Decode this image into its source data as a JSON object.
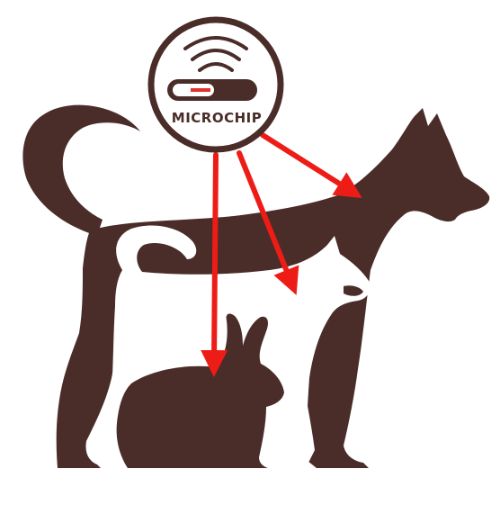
{
  "badge": {
    "label": "MICROCHIP"
  },
  "colors": {
    "silhouette": "#4a2c28",
    "arrow": "#ee1c17",
    "chip_accent": "#e3322b",
    "background": "#ffffff"
  },
  "icons": [
    "dog-silhouette",
    "cat-silhouette",
    "rabbit-silhouette",
    "microchip-icon",
    "signal-waves-icon"
  ]
}
